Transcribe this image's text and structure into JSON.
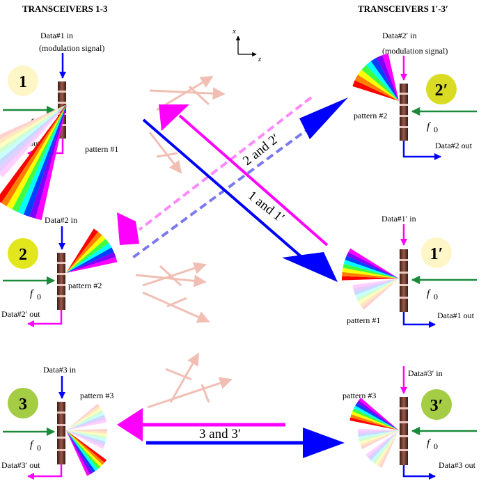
{
  "headers": {
    "left": "TRANSCEIVERS 1-3",
    "right": "TRANSCEIVERS 1′-3′"
  },
  "axes": {
    "x": "x",
    "z": "z"
  },
  "carrier_label": "f",
  "carrier_subscript": "0",
  "transceivers": [
    {
      "id": "1",
      "badge_color": "#fff6c8",
      "data_in": "Data#1 in",
      "data_in_note": "(modulation signal)",
      "data_out": "Data#1′ out",
      "pattern": "pattern #1"
    },
    {
      "id": "2′",
      "badge_color": "#d9dc22",
      "data_in": "Data#2′ in",
      "data_in_note": "(modulation signal)",
      "data_out": "Data#2 out",
      "pattern": "pattern #2"
    },
    {
      "id": "2",
      "badge_color": "#e2e61c",
      "data_in": "Data#2 in",
      "data_out": "Data#2′ out",
      "pattern": "pattern #2"
    },
    {
      "id": "1′",
      "badge_color": "#fff6c8",
      "data_in": "Data#1′ in",
      "data_out": "Data#1 out",
      "pattern": "pattern #1"
    },
    {
      "id": "3",
      "badge_color": "#a4cc44",
      "data_in": "Data#3 in",
      "data_out": "Data#3′ out",
      "pattern": "pattern #3"
    },
    {
      "id": "3′",
      "badge_color": "#a4cc44",
      "data_in": "Data#3′ in",
      "data_out": "Data#3 out",
      "pattern": "pattern #3"
    }
  ],
  "links": {
    "l12": "2 and 2′",
    "l11": "1 and 1′",
    "l33": "3 and 3′"
  },
  "colors": {
    "magenta": "#ff00ff",
    "blue": "#0000ff",
    "green": "#1a8a3a",
    "faded_beam": "#f0b8ac",
    "dashed_magenta": "#ff88ff",
    "dashed_blue": "#7a7aee"
  }
}
